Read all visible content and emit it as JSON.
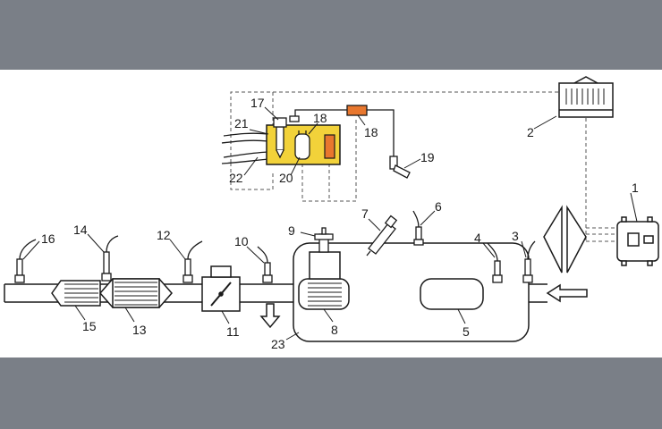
{
  "colors": {
    "band": "#7a7f87",
    "line": "#1a1a1a",
    "dash": "#555555",
    "module_fill": "#f2d23a",
    "accent_fill": "#e8772e",
    "background": "#ffffff"
  },
  "labels": [
    "1",
    "2",
    "3",
    "4",
    "5",
    "6",
    "7",
    "8",
    "9",
    "10",
    "11",
    "12",
    "13",
    "14",
    "15",
    "16",
    "17",
    "18",
    "18",
    "19",
    "20",
    "21",
    "22",
    "23"
  ],
  "icons": [
    "flow-arrow-left-icon",
    "flow-arrow-down-icon"
  ]
}
